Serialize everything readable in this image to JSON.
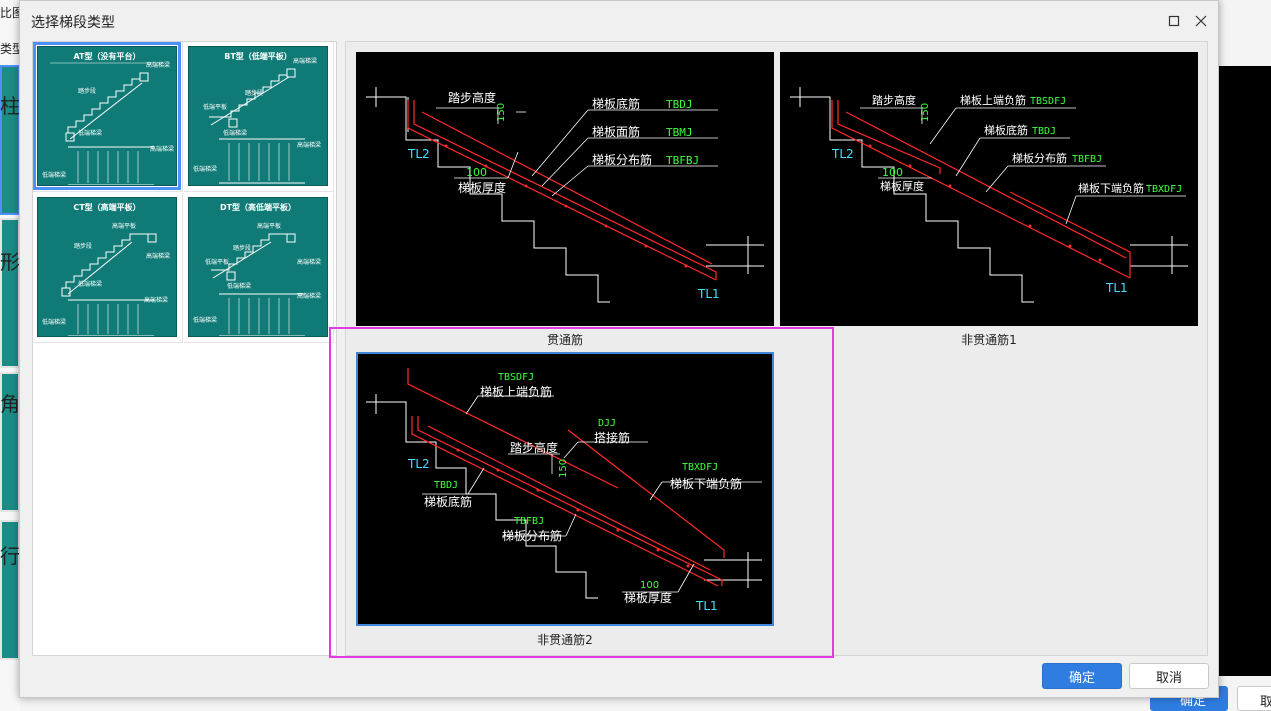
{
  "dialog": {
    "title": "选择梯段类型",
    "ok_label": "确定",
    "cancel_label": "取消"
  },
  "stair_types": [
    {
      "title": "AT型（没有平台）",
      "labels": [
        "踏步段",
        "高端梯梁",
        "低端梯梁",
        "高端梯梁",
        "低端梯梁"
      ],
      "selected": true
    },
    {
      "title": "BT型（低端平板）",
      "labels": [
        "高端梯梁",
        "踏步段",
        "低端平板",
        "低端梯梁",
        "高端梯梁",
        "低端梯梁"
      ],
      "selected": false
    },
    {
      "title": "CT型（高端平板）",
      "labels": [
        "高端平板",
        "踏步段",
        "高端梯梁",
        "低端梯梁",
        "高端梯梁",
        "低端梯梁"
      ],
      "selected": false
    },
    {
      "title": "DT型（高低端平板）",
      "labels": [
        "高端平板",
        "踏步段",
        "高端梯梁",
        "低端平板",
        "低端梯梁",
        "高端梯梁",
        "低端梯梁"
      ],
      "selected": false
    }
  ],
  "rebar_options": [
    {
      "caption": "贯通筋",
      "selected": false,
      "labels": {
        "step_height": "踏步高度",
        "h150": "150",
        "bottom": "梯板底筋",
        "bottom_code": "TBDJ",
        "top": "梯板面筋",
        "top_code": "TBMJ",
        "dist": "梯板分布筋",
        "dist_code": "TBFBJ",
        "d100": "100",
        "thickness": "梯板厚度",
        "tl2": "TL2",
        "tl1": "TL1"
      }
    },
    {
      "caption": "非贯通筋1",
      "selected": false,
      "labels": {
        "step_height": "踏步高度",
        "h150": "150",
        "upper_neg": "梯板上端负筋",
        "upper_neg_code": "TBSDFJ",
        "bottom": "梯板底筋",
        "bottom_code": "TBDJ",
        "dist": "梯板分布筋",
        "dist_code": "TBFBJ",
        "lower_neg": "梯板下端负筋",
        "lower_neg_code": "TBXDFJ",
        "d100": "100",
        "thickness": "梯板厚度",
        "tl2": "TL2",
        "tl1": "TL1"
      }
    },
    {
      "caption": "非贯通筋2",
      "selected": true,
      "labels": {
        "upper_neg_code": "TBSDFJ",
        "upper_neg": "梯板上端负筋",
        "lap_code": "DJJ",
        "lap": "搭接筋",
        "step_height": "踏步高度",
        "h150": "150",
        "lower_neg_code": "TBXDFJ",
        "lower_neg": "梯板下端负筋",
        "bottom_code": "TBDJ",
        "bottom": "梯板底筋",
        "dist_code": "TBFBJ",
        "dist": "梯板分布筋",
        "d100": "100",
        "thickness": "梯板厚度",
        "tl2": "TL2",
        "tl1": "TL1"
      }
    }
  ],
  "background": {
    "fragments": [
      "比图",
      "类型",
      "柱对",
      "形对",
      "角对",
      "行"
    ],
    "buttons": [
      "确定",
      "取"
    ]
  },
  "colors": {
    "accent": "#2f7de1",
    "highlight": "#e23be6",
    "thumb_bg": "#0f7a76",
    "drawing_bg": "#000000",
    "rebar_red": "#e02020",
    "code_green": "#39ff39",
    "tl_cyan": "#40e0ff"
  }
}
